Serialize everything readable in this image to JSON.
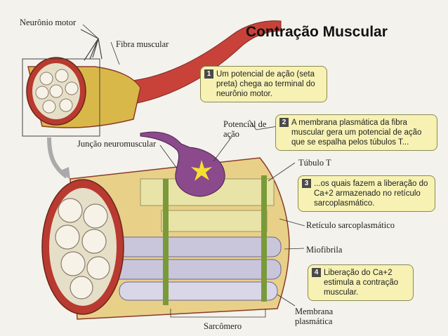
{
  "title": "Contração Muscular",
  "labels": {
    "neuronio_motor": "Neurônio motor",
    "fibra_muscular": "Fibra muscular",
    "potencial_de_acao": "Potencial de ação",
    "juncao_neuromuscular": "Junção neuromuscular",
    "tubulo_t": "Túbulo T",
    "reticulo_sarcoplasmatico": "Retículo sarcoplasmático",
    "miofibrila": "Miofibrila",
    "membrana_plasmatica": "Membrana plasmática",
    "sarcomero": "Sarcômero"
  },
  "steps": [
    {
      "number": "1",
      "text": "Um potencial de ação (seta preta) chega ao terminal do neurônio motor."
    },
    {
      "number": "2",
      "text": "A membrana plasmática da fibra muscular gera um potencial de ação que se espalha pelos túbulos T..."
    },
    {
      "number": "3",
      "text": "...os quais fazem a liberação do Ca+2 armazenado no retículo sarcoplasmático."
    },
    {
      "number": "4",
      "text": "Liberação do Ca+2 estimula a contração muscular."
    }
  ],
  "colors": {
    "muscle": "#c8423a",
    "reticulum": "#e8e4a8",
    "myofibril": "#c9c6dc",
    "callout": "#f7f2b4"
  }
}
